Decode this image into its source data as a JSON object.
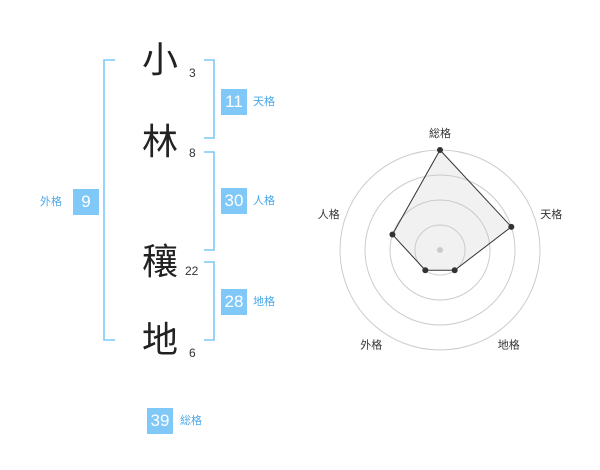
{
  "colors": {
    "accent": "#7fc8f8",
    "label": "#4aa8e8",
    "bracket": "#7fc8f8"
  },
  "name_chars": [
    {
      "char": "小",
      "strokes": "3"
    },
    {
      "char": "林",
      "strokes": "8"
    },
    {
      "char": "穰",
      "strokes": "22"
    },
    {
      "char": "地",
      "strokes": "6"
    }
  ],
  "fortunes": {
    "tenkaku": {
      "value": "11",
      "label": "天格"
    },
    "jinkaku": {
      "value": "30",
      "label": "人格"
    },
    "chikaku": {
      "value": "28",
      "label": "地格"
    },
    "gaikaku": {
      "value": "9",
      "label": "外格"
    },
    "soukaku": {
      "value": "39",
      "label": "総格"
    }
  },
  "radar": {
    "axes": [
      "総格",
      "天格",
      "地格",
      "外格",
      "人格"
    ],
    "levels": 4,
    "max": 4,
    "values": [
      4,
      3,
      1,
      1,
      2
    ]
  }
}
